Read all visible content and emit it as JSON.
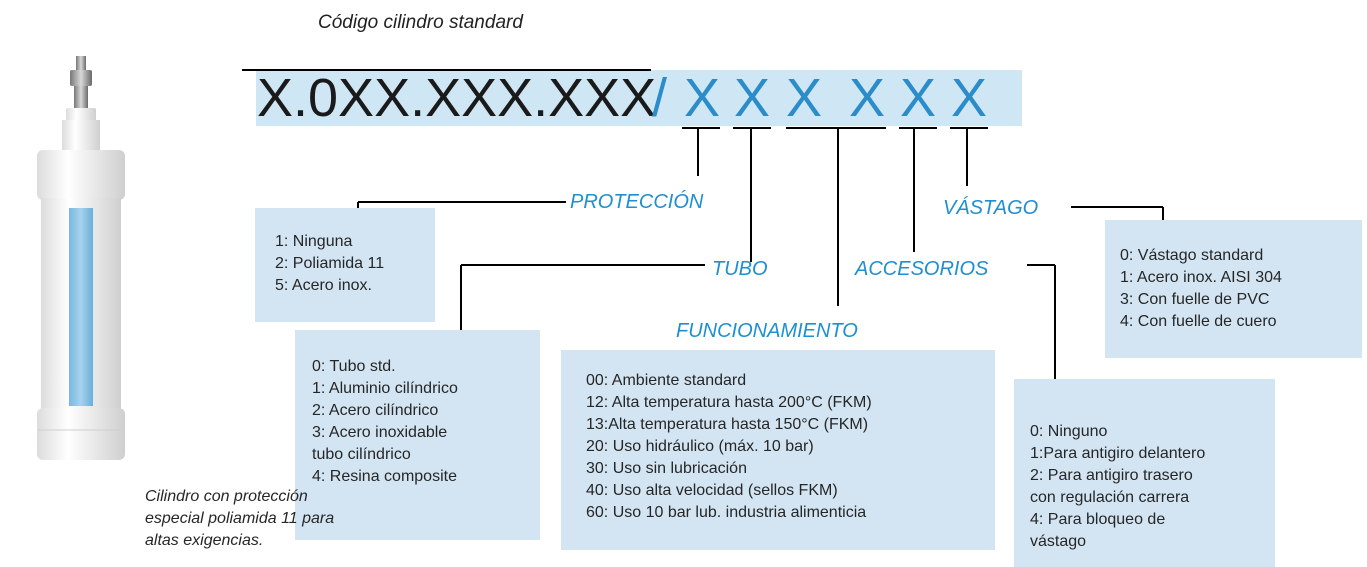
{
  "code_title": "Código cilindro standard",
  "code": {
    "base": "X.0XX.XXX.XXX",
    "slash": "/",
    "vars": [
      "X",
      "X",
      "X",
      "X",
      "X",
      "X"
    ]
  },
  "categories": {
    "proteccion": "PROTECCIÓN",
    "tubo": "TUBO",
    "funcionamiento": "FUNCIONAMIENTO",
    "accesorios": "ACCESORIOS",
    "vastago": "VÁSTAGO"
  },
  "options": {
    "proteccion": [
      "1: Ninguna",
      "2: Poliamida 11",
      "5: Acero inox."
    ],
    "tubo": [
      "0: Tubo std.",
      "1: Aluminio cilíndrico",
      "2: Acero cilíndrico",
      "3: Acero inoxidable",
      "tubo cilíndrico",
      "4: Resina composite"
    ],
    "funcionamiento": [
      "00: Ambiente standard",
      "12: Alta temperatura hasta 200°C (FKM)",
      "13:Alta temperatura hasta 150°C (FKM)",
      "20: Uso hidráulico (máx. 10 bar)",
      "30: Uso sin lubricación",
      "40: Uso alta velocidad (sellos FKM)",
      "60: Uso 10 bar lub. industria alimenticia"
    ],
    "accesorios": [
      "0: Ninguno",
      "1:Para antigiro delantero",
      "2: Para antigiro trasero",
      "con regulación carrera",
      "4: Para bloqueo de",
      "vástago"
    ],
    "vastago": [
      "0: Vástago standard",
      "1: Acero inox. AISI 304",
      "3: Con fuelle de PVC",
      "4: Con fuelle de cuero"
    ]
  },
  "caption": [
    "Cilindro con protección",
    "especial poliamida 11 para",
    "altas exigencias."
  ],
  "colors": {
    "accent": "#1e8fd0",
    "box": "#d3e5f3",
    "band": "#cfe6f4"
  }
}
